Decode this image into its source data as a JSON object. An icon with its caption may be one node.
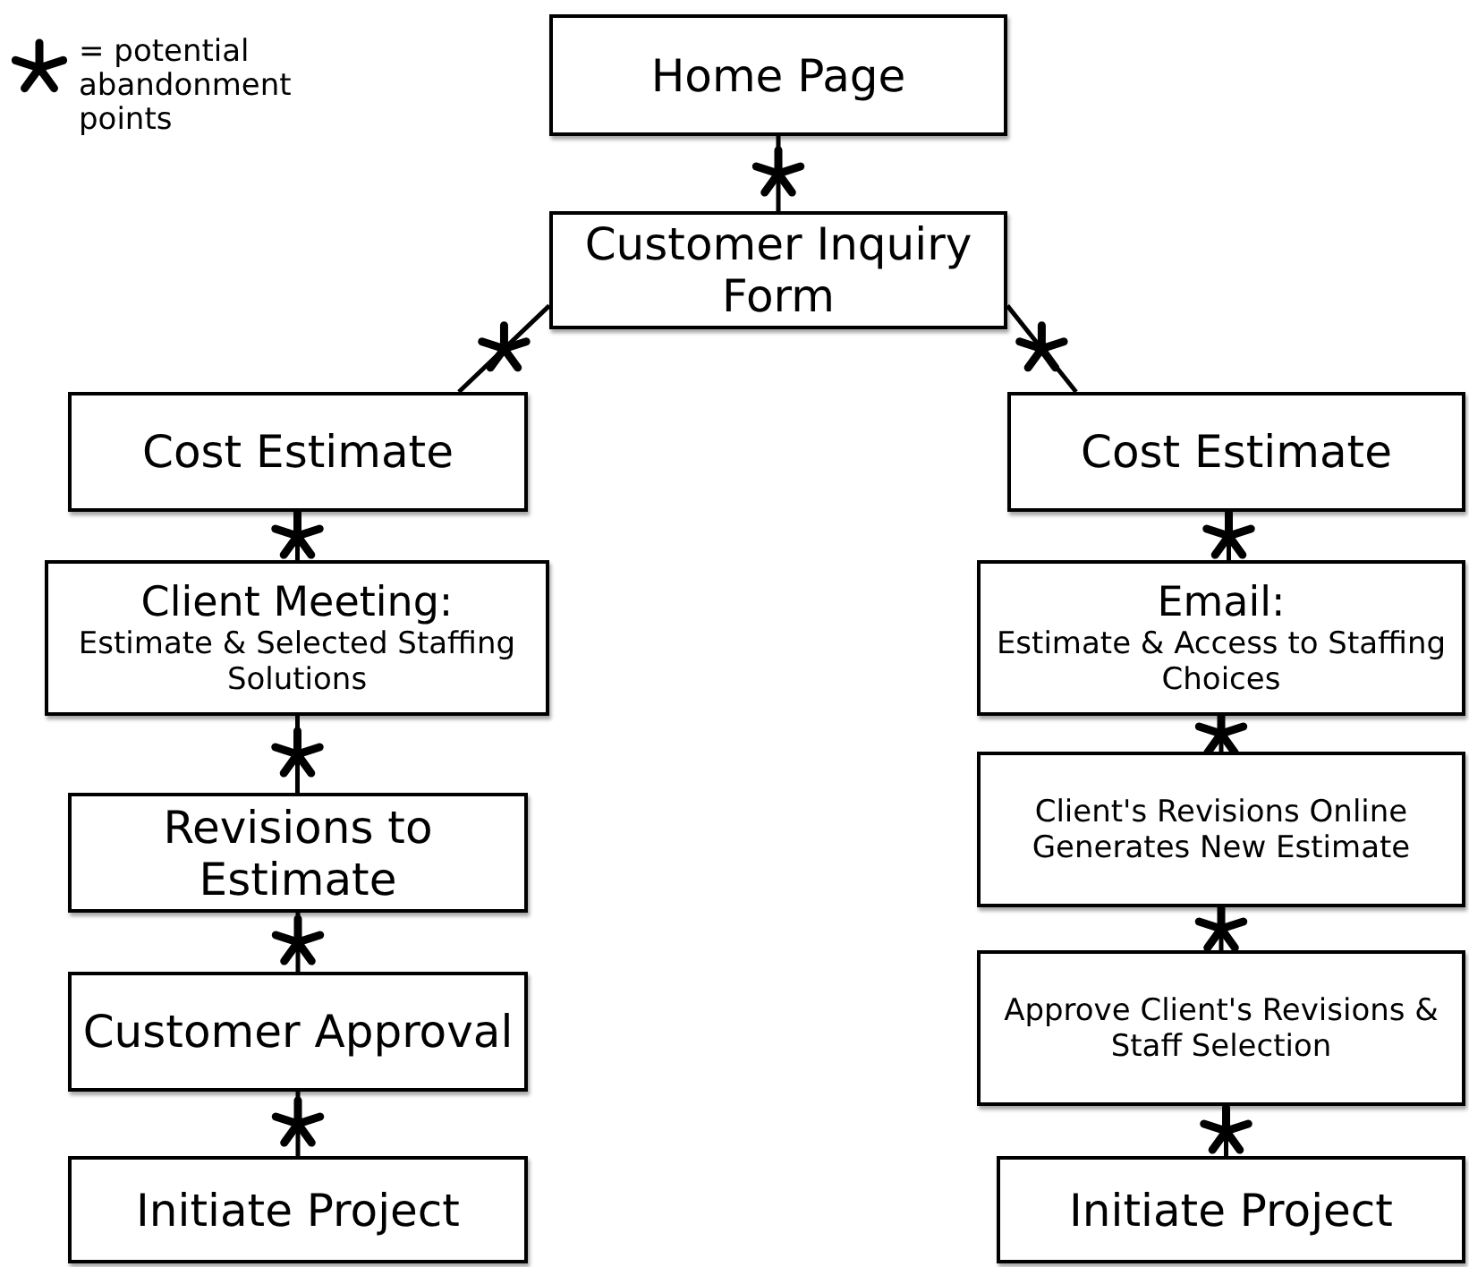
{
  "diagram": {
    "nodes": [
      {
        "text": [
          "Home Page"
        ]
      },
      {
        "text": [
          "Customer Inquiry Form"
        ]
      },
      {
        "text": [
          "Cost Estimate"
        ]
      },
      {
        "text": [
          "Client Meeting:",
          "Estimate & Selected Staffing Solutions"
        ]
      },
      {
        "text": [
          "Revisions to Estimate"
        ]
      },
      {
        "text": [
          "Customer Approval"
        ]
      },
      {
        "text": [
          "Initiate Project"
        ]
      },
      {
        "text": [
          "Cost Estimate"
        ]
      },
      {
        "text": [
          "Email:",
          "Estimate & Access to Staffing Choices"
        ]
      },
      {
        "text": [
          "Client's Revisions Online Generates New Estimate"
        ]
      },
      {
        "text": [
          "Approve Client's Revisions & Staff Selection"
        ]
      },
      {
        "text": [
          "Initiate Project"
        ]
      }
    ],
    "edges": [
      {
        "from": 0,
        "to": 1,
        "arrow": "none"
      },
      {
        "from": 1,
        "to": 2,
        "arrow": "none"
      },
      {
        "from": 1,
        "to": 7,
        "arrow": "none"
      },
      {
        "from": 2,
        "to": 3,
        "arrow": "none"
      },
      {
        "from": 3,
        "to": 4,
        "arrow": "none"
      },
      {
        "from": 4,
        "to": 5,
        "arrow": "none"
      },
      {
        "from": 5,
        "to": 6,
        "arrow": "none"
      },
      {
        "from": 7,
        "to": 8,
        "arrow": "none"
      },
      {
        "from": 8,
        "to": 9,
        "arrow": "none"
      },
      {
        "from": 9,
        "to": 10,
        "arrow": "none"
      },
      {
        "from": 10,
        "to": 11,
        "arrow": "none"
      }
    ],
    "legend": [
      {
        "text": "= potential abandonment points"
      }
    ]
  }
}
